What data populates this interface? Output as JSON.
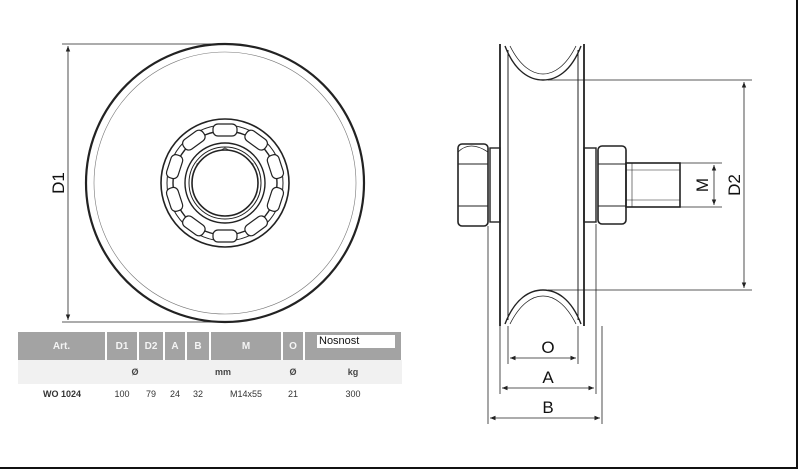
{
  "labels": {
    "d1": "D1",
    "d2": "D2",
    "m": "M",
    "o": "O",
    "a": "A",
    "b": "B"
  },
  "table": {
    "headers": [
      "Art.",
      "D1",
      "D2",
      "A",
      "B",
      "M",
      "O"
    ],
    "capacity_header": "Nosnost",
    "units": {
      "diameter": "Ø",
      "mm": "mm",
      "o_unit": "Ø",
      "kg": "kg"
    },
    "row": {
      "art": "WO 1024",
      "d1": "100",
      "d2": "79",
      "a": "24",
      "b": "32",
      "m": "M14x55",
      "o": "21",
      "capacity": "300"
    }
  }
}
